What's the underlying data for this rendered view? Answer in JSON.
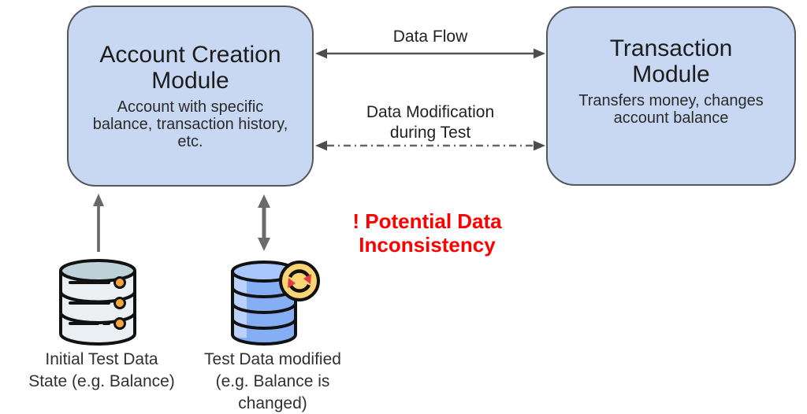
{
  "modules": {
    "account_creation": {
      "title": "Account Creation\nModule",
      "description": "Account with specific\nbalance, transaction history,\netc."
    },
    "transaction": {
      "title": "Transaction\nModule",
      "description": "Transfers money, changes\naccount balance"
    }
  },
  "connections": {
    "data_flow": {
      "label": "Data Flow",
      "line_style": "solid",
      "direction": "bidirectional"
    },
    "data_modification": {
      "label": "Data Modification\nduring Test",
      "line_style": "dash-dot",
      "direction": "bidirectional"
    }
  },
  "warning": {
    "label": "! Potential Data Inconsistency",
    "color": "#fe0000"
  },
  "datastores": {
    "initial": {
      "label": "Initial Test Data\nState (e.g. Balance)",
      "icon": "database-gray-icon",
      "arrow": "up"
    },
    "modified": {
      "label": "Test Data modified\n(e.g. Balance is\nchanged)",
      "icon": "database-sync-icon",
      "arrow": "up-down"
    }
  },
  "colors": {
    "module_fill": "#c8d8f2",
    "module_border": "#54575c",
    "arrow_gray": "#555555",
    "vertical_arrow_gray": "#676767",
    "warning_red": "#fe0000",
    "db_gray_top": "#bed2da",
    "db_gray_body": "#e9eff2",
    "db_dot_orange": "#f6a43c",
    "db_blue_top": "#a9c7fa",
    "db_blue_body": "#85aef5",
    "db_blue_highlight": "#b9d1fb",
    "badge_yellow": "#f9d573",
    "badge_arrow_red": "#e23a45",
    "icon_outline": "#111111"
  }
}
